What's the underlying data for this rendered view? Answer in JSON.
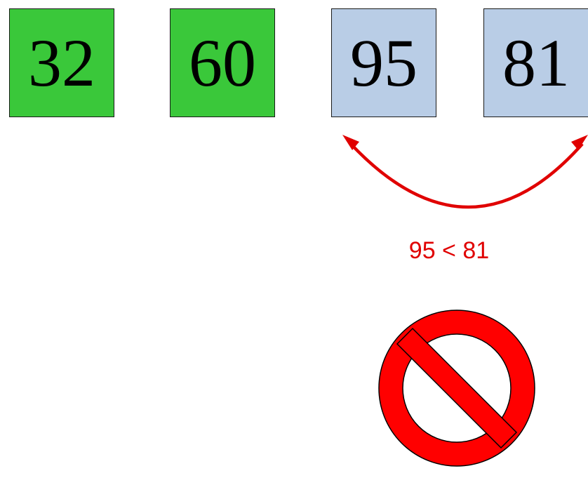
{
  "cards": [
    {
      "value": "32",
      "state": "sorted"
    },
    {
      "value": "60",
      "state": "sorted"
    },
    {
      "value": "95",
      "state": "compared"
    },
    {
      "value": "81",
      "state": "compared"
    }
  ],
  "comparison": {
    "text": "95 < 81"
  },
  "colors": {
    "sorted": "#3ac83a",
    "compared": "#b9cde6",
    "arrow": "#e00000",
    "no_symbol": "#ff0000"
  },
  "icons": {
    "swap_arrow": "curved-double-arrow-icon",
    "result": "no-symbol-icon"
  }
}
